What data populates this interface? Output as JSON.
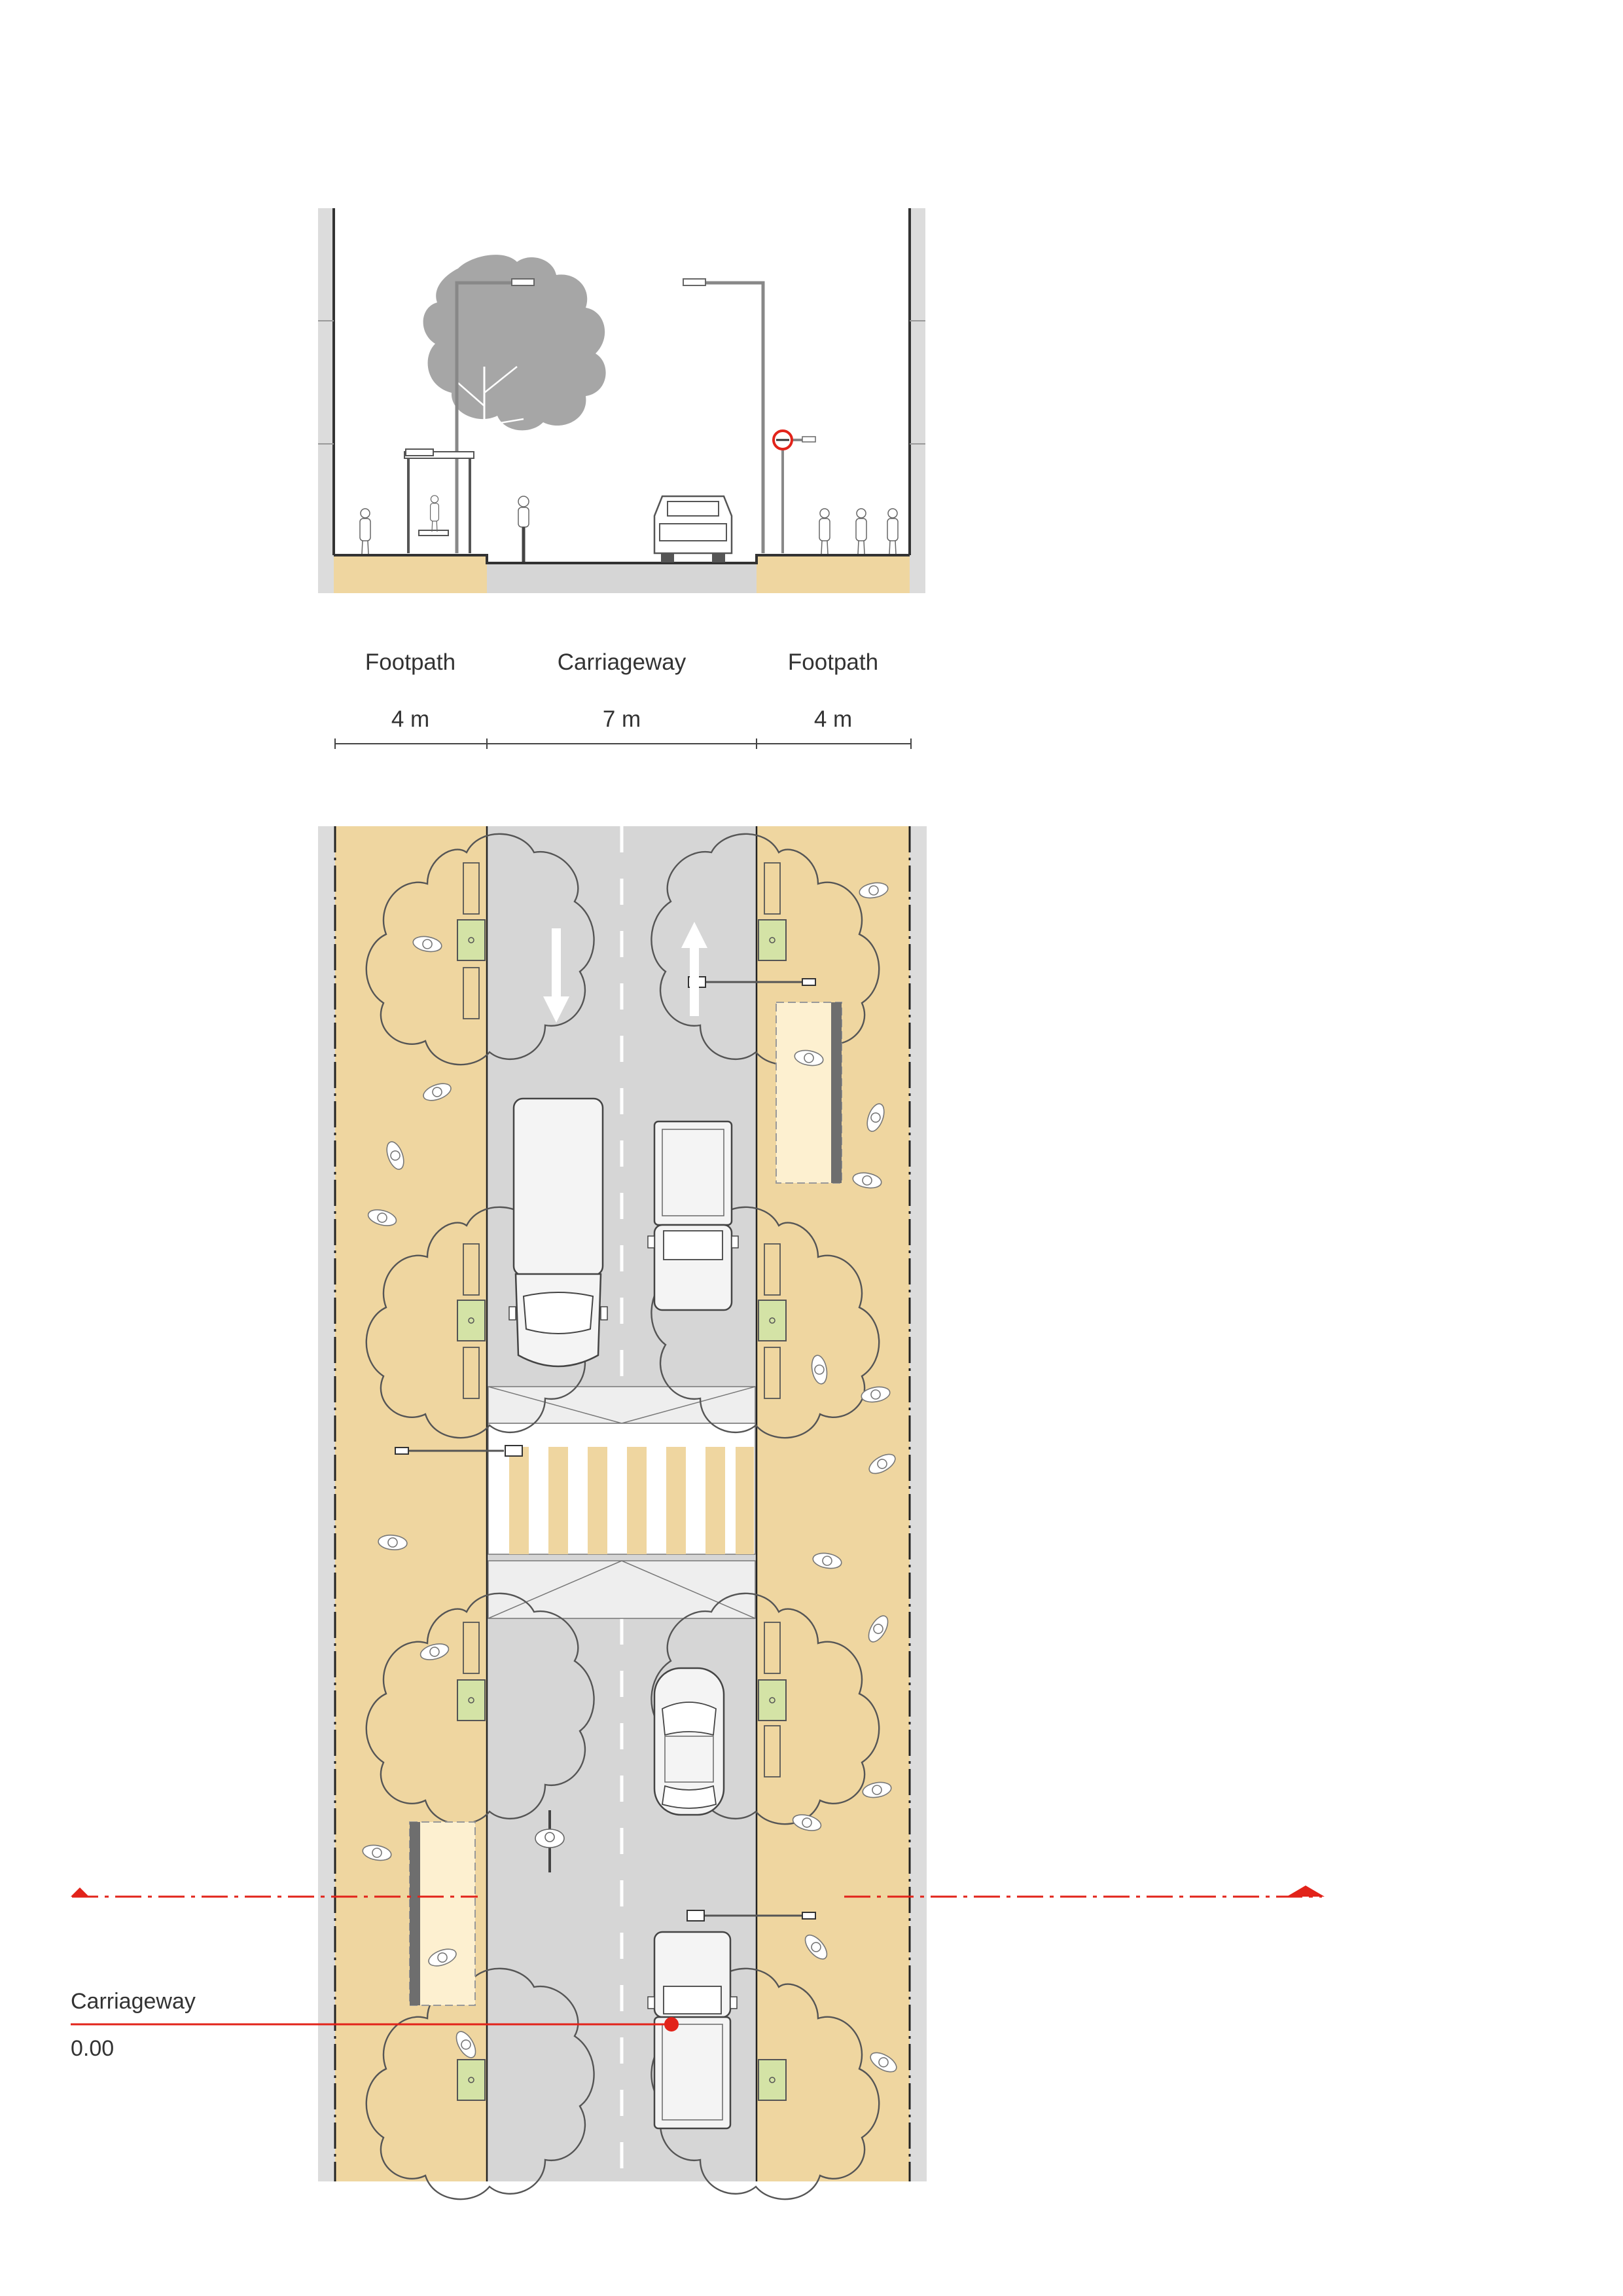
{
  "section": {
    "zones": [
      {
        "name": "Footpath",
        "width": "4 m"
      },
      {
        "name": "Carriageway",
        "width": "7 m"
      },
      {
        "name": "Footpath",
        "width": "4 m"
      }
    ]
  },
  "level_marker": {
    "label": "Carriageway",
    "value": "0.00"
  },
  "colors": {
    "footpath": "#efd6a0",
    "carriageway": "#d6d6d6",
    "building": "#dcdcdc",
    "tree": "#a6a6a6",
    "planter": "#d4e3a6",
    "accent": "#e2231a",
    "seating_area": "#fdf0d0"
  },
  "icons": [
    "street-tree-icon",
    "streetlight-icon",
    "bus-shelter-icon",
    "no-entry-sign-icon",
    "pedestrian-icon",
    "cyclist-icon",
    "pickup-truck-icon",
    "van-icon",
    "car-icon",
    "lane-arrow-icon",
    "section-cut-marker-icon"
  ]
}
